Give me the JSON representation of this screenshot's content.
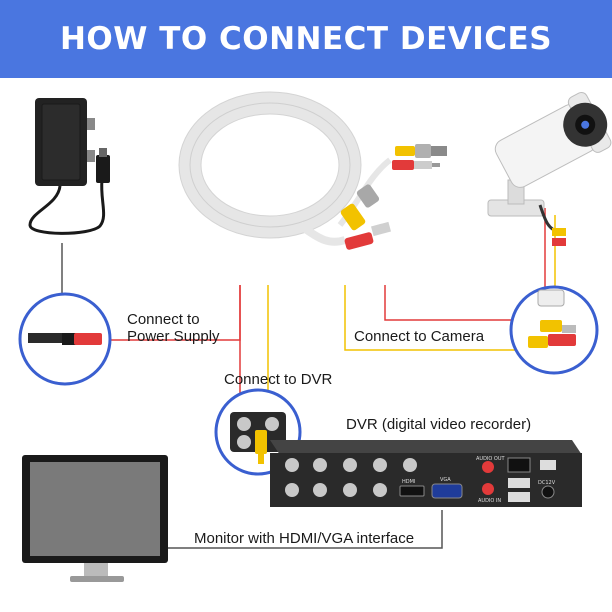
{
  "banner": {
    "title": "HOW TO CONNECT DEVICES"
  },
  "labels": {
    "power_line1": "Connect to",
    "power_line2": "Power Supply",
    "camera": "Connect to Camera",
    "dvr": "Connect to DVR",
    "recorder": "DVR (digital video recorder)",
    "monitor": "Monitor with HDMI/VGA interface"
  },
  "dvr_panel": {
    "hdmi": "HDMI",
    "vga": "VGA",
    "audio_out": "AUDIO OUT",
    "audio_in": "AUDIO IN",
    "power": "DC12V"
  },
  "colors": {
    "banner": "#4a76e0",
    "red_line": "#e23a3a",
    "yellow_line": "#f2c200",
    "callout_ring": "#3a5fd0",
    "cable": "#eeeeee",
    "dvr_body": "#2a2a2a"
  }
}
